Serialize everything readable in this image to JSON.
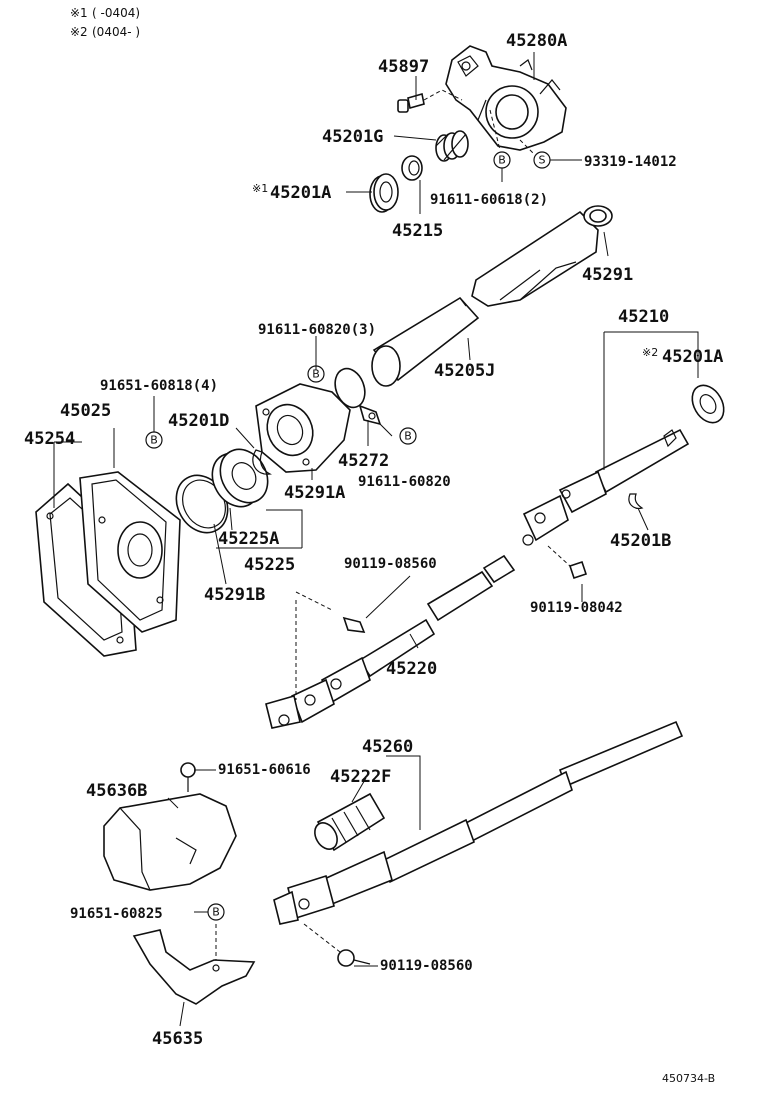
{
  "notes": [
    {
      "mark": "※1",
      "range": "(      -0404)"
    },
    {
      "mark": "※2",
      "range": "(0404-      )"
    }
  ],
  "parts": [
    {
      "id": "p45897",
      "label": "45897"
    },
    {
      "id": "p45280A",
      "label": "45280A"
    },
    {
      "id": "p45201G",
      "label": "45201G"
    },
    {
      "id": "p93319",
      "label": "93319-14012"
    },
    {
      "id": "p45201A_1",
      "label": "45201A",
      "note_mark": "※1"
    },
    {
      "id": "p91611_60618",
      "label": "91611-60618(2)"
    },
    {
      "id": "p45215",
      "label": "45215"
    },
    {
      "id": "p45291",
      "label": "45291"
    },
    {
      "id": "p91611_60820_3",
      "label": "91611-60820(3)"
    },
    {
      "id": "p45210",
      "label": "45210"
    },
    {
      "id": "p45201A_2",
      "label": "45201A",
      "note_mark": "※2"
    },
    {
      "id": "p91651_60818",
      "label": "91651-60818(4)"
    },
    {
      "id": "p45205J",
      "label": "45205J"
    },
    {
      "id": "p45025",
      "label": "45025"
    },
    {
      "id": "p45201D",
      "label": "45201D"
    },
    {
      "id": "p45254",
      "label": "45254"
    },
    {
      "id": "p45272",
      "label": "45272"
    },
    {
      "id": "p91611_60820",
      "label": "91611-60820"
    },
    {
      "id": "p45291A",
      "label": "45291A"
    },
    {
      "id": "p45201B",
      "label": "45201B"
    },
    {
      "id": "p45225A",
      "label": "45225A"
    },
    {
      "id": "p45225",
      "label": "45225"
    },
    {
      "id": "p90119_08560_a",
      "label": "90119-08560"
    },
    {
      "id": "p45291B",
      "label": "45291B"
    },
    {
      "id": "p90119_08042",
      "label": "90119-08042"
    },
    {
      "id": "p45220",
      "label": "45220"
    },
    {
      "id": "p45260",
      "label": "45260"
    },
    {
      "id": "p91651_60616",
      "label": "91651-60616"
    },
    {
      "id": "p45636B",
      "label": "45636B"
    },
    {
      "id": "p45222F",
      "label": "45222F"
    },
    {
      "id": "p91651_60825",
      "label": "91651-60825"
    },
    {
      "id": "p90119_08560_b",
      "label": "90119-08560"
    },
    {
      "id": "p45635",
      "label": "45635"
    }
  ],
  "circle_marks": {
    "b": "B",
    "s": "S"
  },
  "ref_code": "450734-B"
}
